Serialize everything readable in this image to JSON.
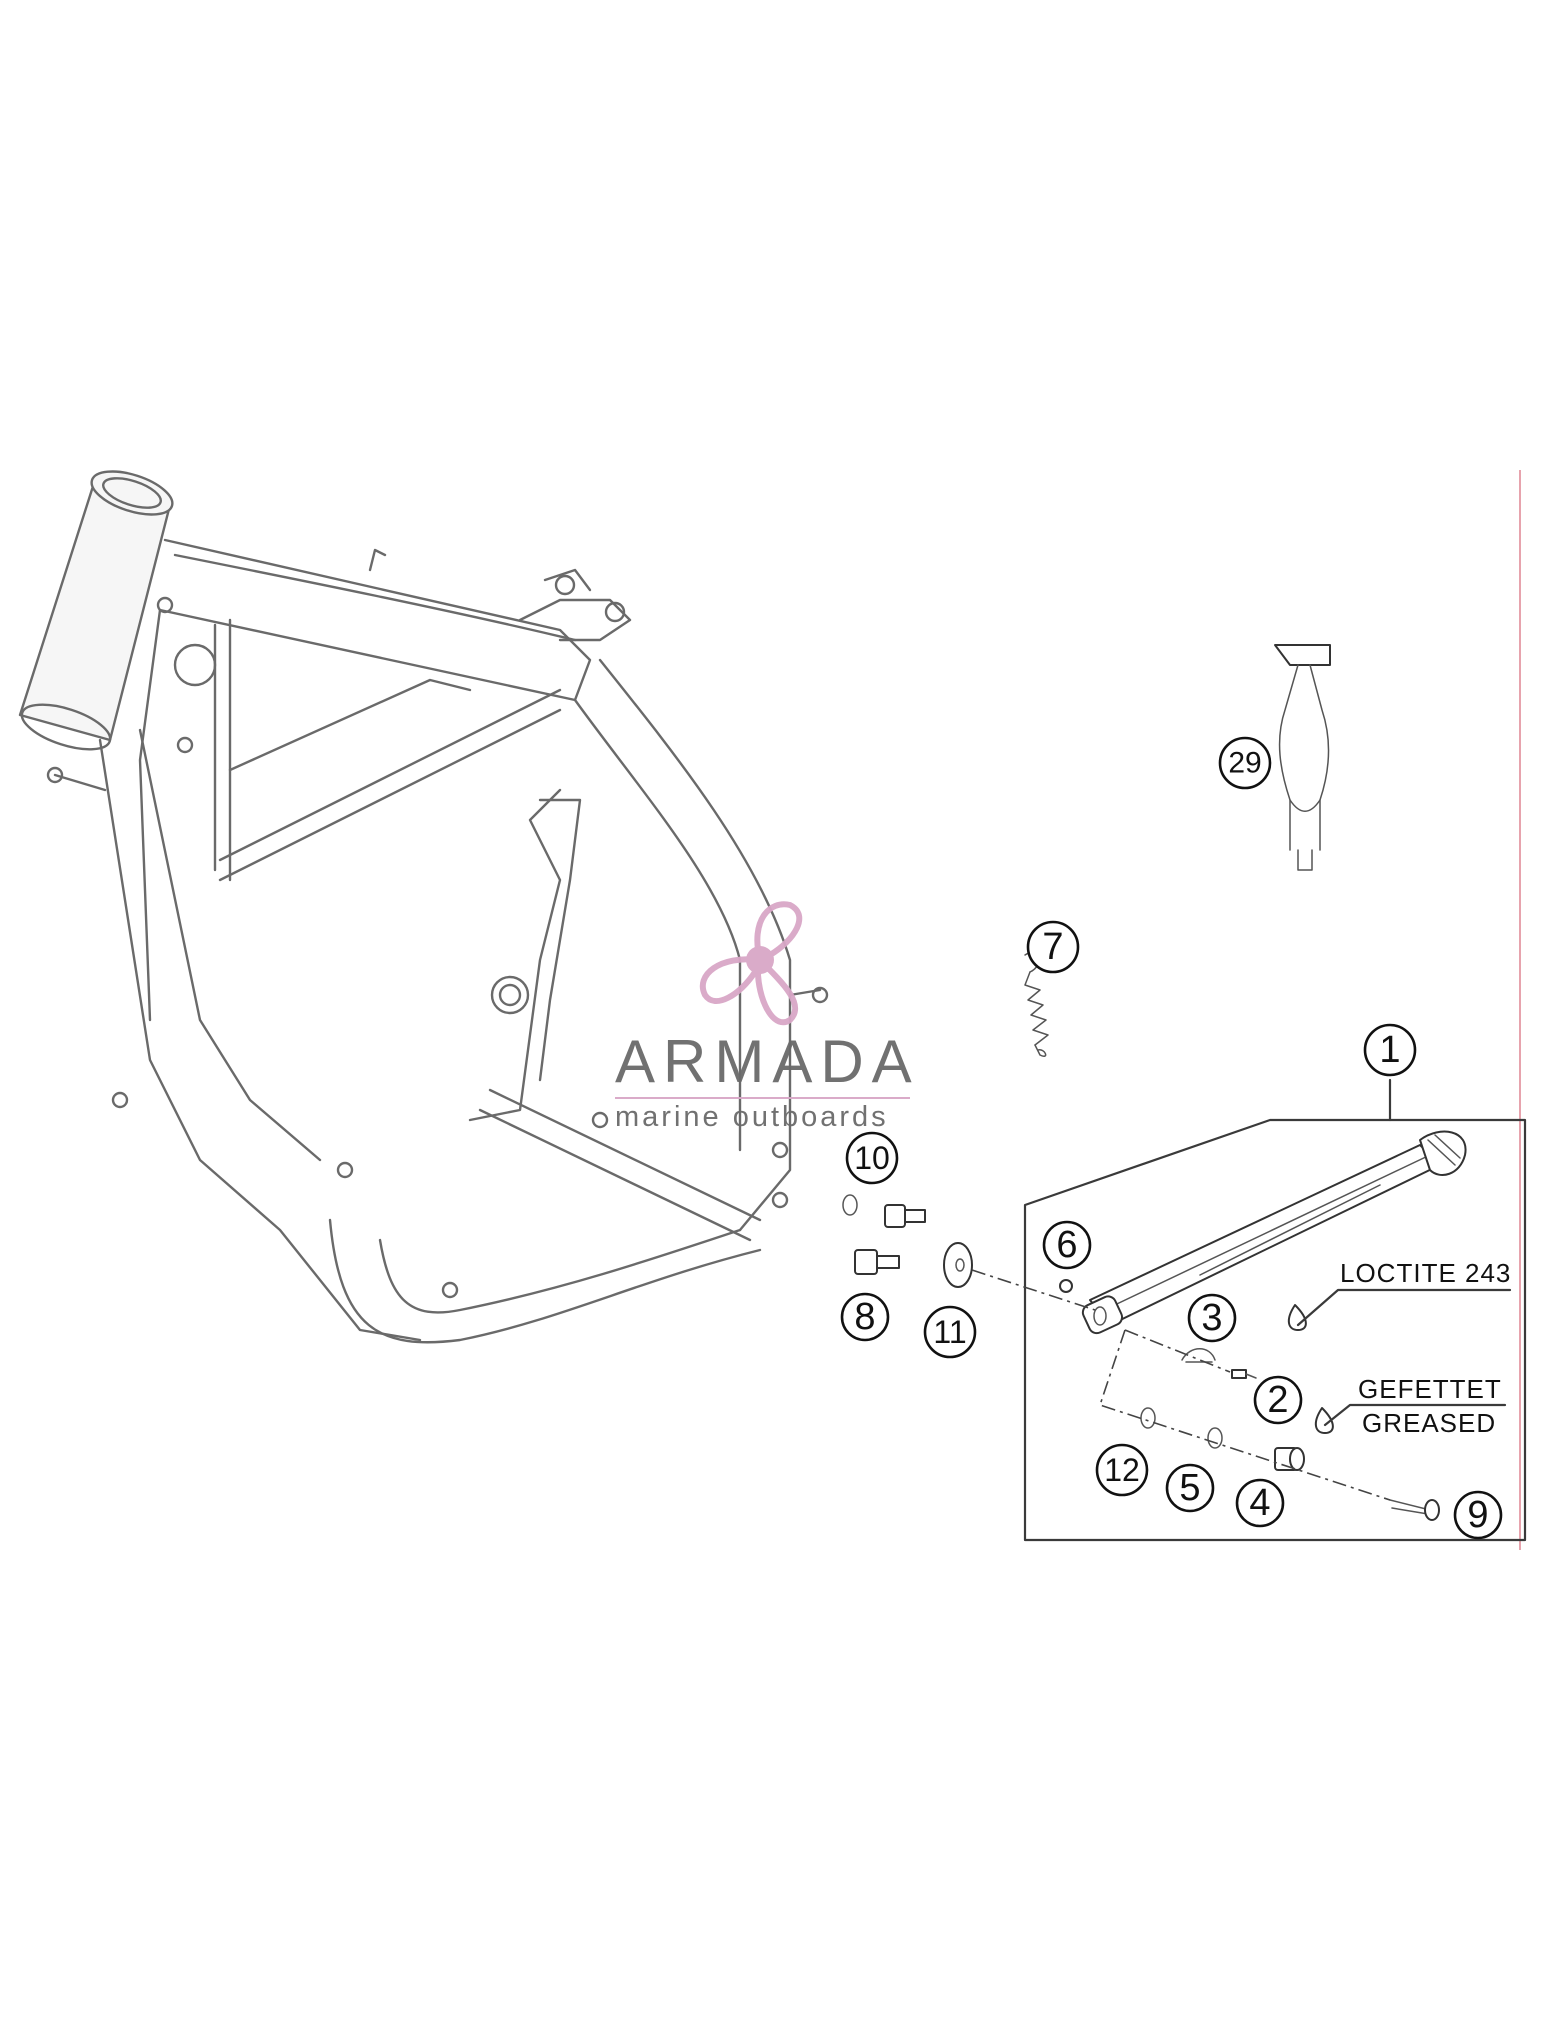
{
  "callouts": {
    "c1": "1",
    "c2": "2",
    "c3": "3",
    "c4": "4",
    "c5": "5",
    "c6": "6",
    "c7": "7",
    "c8": "8",
    "c9": "9",
    "c10": "10",
    "c11": "11",
    "c12": "12",
    "c29": "29"
  },
  "notes": {
    "loctite": "LOCTITE 243",
    "gefettet": "GEFETTET",
    "greased": "GREASED"
  },
  "watermark": {
    "brand": "ARMADA",
    "tagline": "marine outboards",
    "accent_color": "#d9a7c7",
    "icon": "propeller-logo"
  },
  "colors": {
    "line": "#3a3a3a",
    "frame": "#6a6a6a",
    "edge_accent": "#e7a3ad"
  }
}
